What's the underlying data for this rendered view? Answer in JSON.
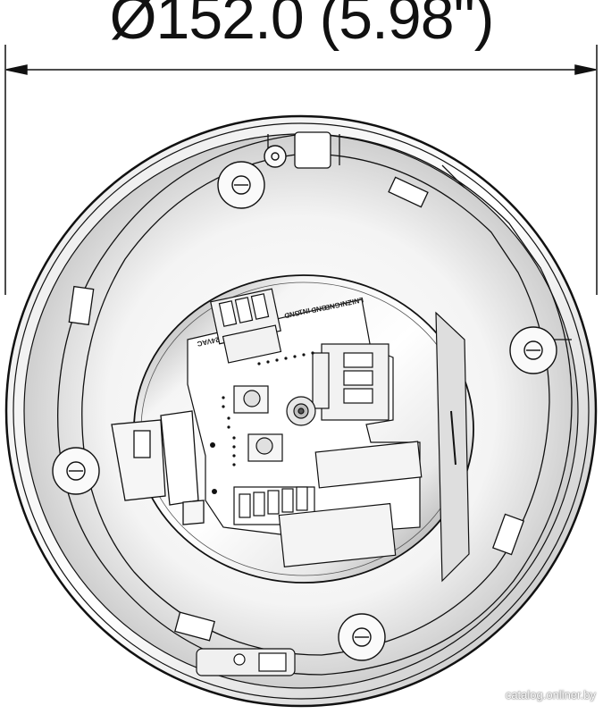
{
  "dimension": {
    "label": "Ø152.0 (5.98\")"
  },
  "terminal_block_labels": {
    "left": "24VAC",
    "middle_1": "GND",
    "middle_2": "IN1",
    "right_1": "GND",
    "right_2": "GND",
    "right_3": "ZNI",
    "right_4": "LNI"
  },
  "watermark": {
    "text": "catalog.onliner.by"
  },
  "colors": {
    "line": "#111111",
    "metal_light": "#f2f2f2",
    "metal_dark": "#9a9a9a"
  }
}
